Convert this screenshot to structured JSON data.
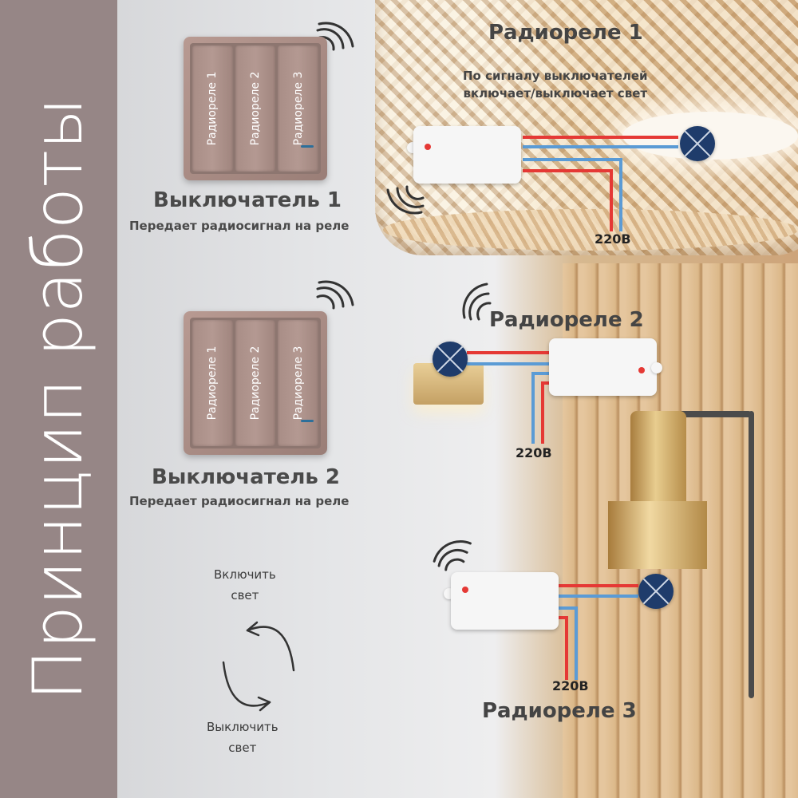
{
  "sidebar": {
    "title": "Принцип работы"
  },
  "switches": [
    {
      "title": "Выключатель 1",
      "subtitle": "Передает радиосигнал на реле",
      "rockers": [
        "Радиореле 1",
        "Радиореле 2",
        "Радиореле 3"
      ]
    },
    {
      "title": "Выключатель 2",
      "subtitle": "Передает радиосигнал на реле",
      "rockers": [
        "Радиореле 1",
        "Радиореле 2",
        "Радиореле 3"
      ]
    }
  ],
  "relays": [
    {
      "title": "Радиореле 1",
      "description_line1": "По сигналу выключателей",
      "description_line2": "включает/выключает свет",
      "voltage": "220В"
    },
    {
      "title": "Радиореле 2",
      "voltage": "220В"
    },
    {
      "title": "Радиореле 3",
      "voltage": "220В"
    }
  ],
  "cycle": {
    "on_line1": "Включить",
    "on_line2": "свет",
    "off_line1": "Выключить",
    "off_line2": "свет"
  },
  "colors": {
    "sidebar": "#968686",
    "wire_red": "#e53935",
    "wire_blue": "#5b9bd5",
    "lamp": "#1f3c6b",
    "switch": "#a88d86"
  },
  "icons": [
    "wifi-signal-icon",
    "lamp-icon",
    "cycle-arrows-icon"
  ]
}
